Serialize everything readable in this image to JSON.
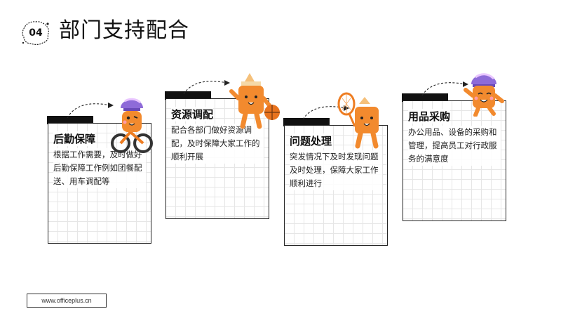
{
  "header": {
    "section_number": "04",
    "title": "部门支持配合"
  },
  "cards": [
    {
      "title": "后勤保障",
      "description": "根据工作需要，及时做好后勤保障工作例如团餐配送、用车调配等",
      "mascot": "mascot-on-bike-icon"
    },
    {
      "title": "资源调配",
      "description": "配合各部门做好资源调配，及时保障大家工作的顺利开展",
      "mascot": "mascot-with-basketball-icon"
    },
    {
      "title": "问题处理",
      "description": "突发情况下及时发现问题及时处理，保障大家工作顺利进行",
      "mascot": "mascot-with-racket-icon"
    },
    {
      "title": "用品采购",
      "description": "办公用品、设备的采购和管理，提高员工对行政服务的满意度",
      "mascot": "mascot-with-helmet-icon"
    }
  ],
  "footer": {
    "url": "www.officeplus.cn"
  },
  "colors": {
    "accent_orange": "#f28a2e",
    "ink": "#111111",
    "grid": "#e6e6e6"
  }
}
